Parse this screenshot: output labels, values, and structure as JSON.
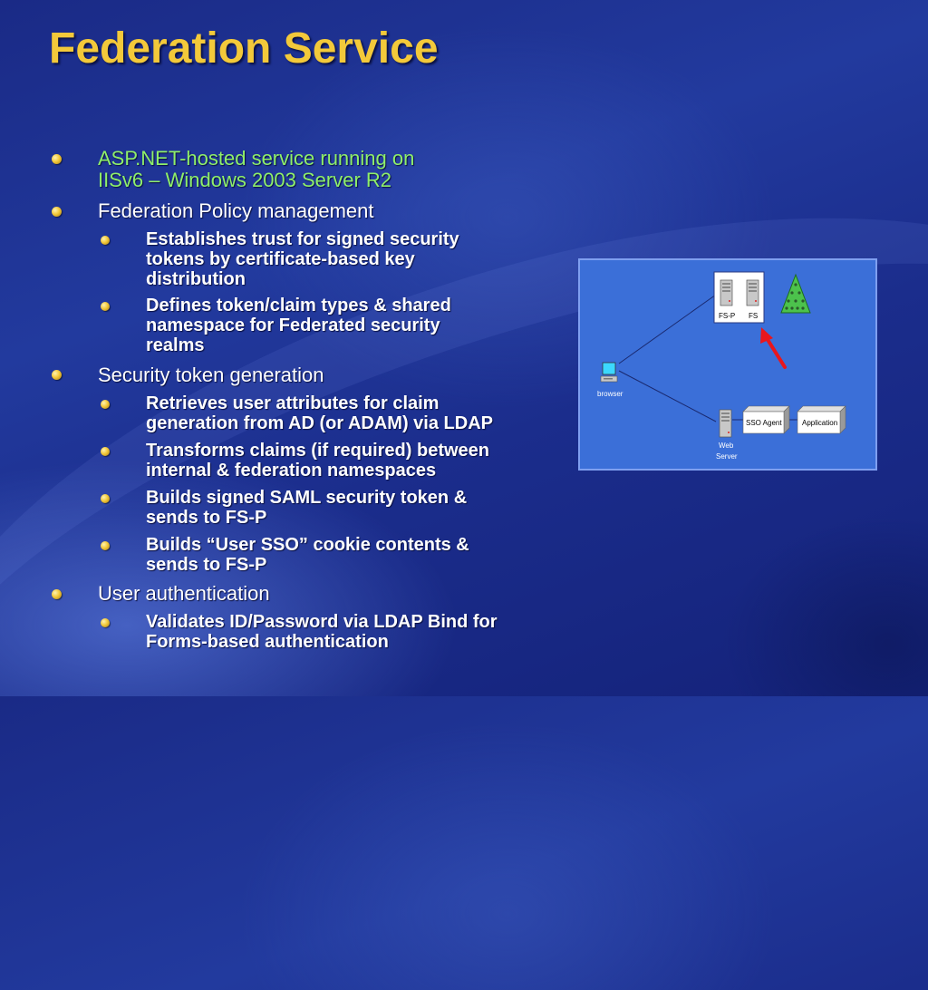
{
  "slide": {
    "title": "Federation Service"
  },
  "bullets": [
    {
      "text_line1": "ASP.NET-hosted service running on",
      "text_line2": "IISv6 – Windows 2003 Server R2",
      "color": "#8fef6a"
    },
    {
      "text": "Federation Policy management",
      "subs": [
        {
          "line1": "Establishes trust for signed security",
          "line2": "tokens by certificate-based key",
          "line3": "distribution"
        },
        {
          "line1": "Defines token/claim types & shared",
          "line2": "namespace for Federated security",
          "line3": "realms"
        }
      ]
    },
    {
      "text": "Security token generation",
      "subs": [
        {
          "line1": "Retrieves user attributes for claim",
          "line2": "generation from AD (or ADAM) via LDAP"
        },
        {
          "line1": "Transforms claims (if required) between",
          "line2": "internal & federation namespaces"
        },
        {
          "line1": "Builds signed SAML security token &",
          "line2": "sends to FS-P"
        },
        {
          "line1": "Builds “User SSO” cookie contents &",
          "line2": "sends to FS-P"
        }
      ]
    },
    {
      "text": "User authentication",
      "subs": [
        {
          "line1": "Validates ID/Password via LDAP Bind for",
          "line2": "Forms-based authentication"
        }
      ]
    }
  ],
  "diagram": {
    "fsp_label": "FS-P",
    "fs_label": "FS",
    "browser_label": "browser",
    "web_server_label_1": "Web",
    "web_server_label_2": "Server",
    "sso_agent_label": "SSO Agent",
    "application_label": "Application"
  },
  "colors": {
    "title": "#f3c93a",
    "highlight_text": "#8fef6a",
    "diagram_bg": "#3b6fd8",
    "arrow": "#e8161d",
    "tree": "#4cc24c"
  }
}
